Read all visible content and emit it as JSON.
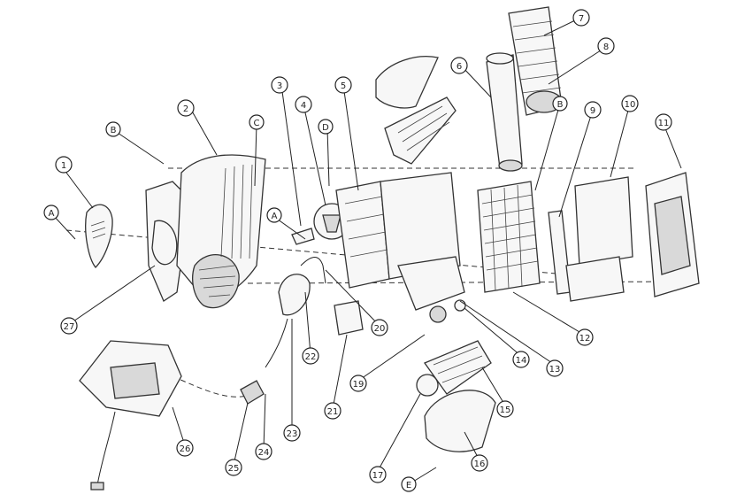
{
  "callouts": [
    {
      "id": "c1",
      "label": "1"
    },
    {
      "id": "c2",
      "label": "2"
    },
    {
      "id": "c3",
      "label": "3"
    },
    {
      "id": "c4",
      "label": "4"
    },
    {
      "id": "c5",
      "label": "5"
    },
    {
      "id": "c6",
      "label": "6"
    },
    {
      "id": "c7",
      "label": "7"
    },
    {
      "id": "c8",
      "label": "8"
    },
    {
      "id": "c9",
      "label": "9"
    },
    {
      "id": "c10",
      "label": "10"
    },
    {
      "id": "c11",
      "label": "11"
    },
    {
      "id": "c12",
      "label": "12"
    },
    {
      "id": "c13",
      "label": "13"
    },
    {
      "id": "c14",
      "label": "14"
    },
    {
      "id": "c15",
      "label": "15"
    },
    {
      "id": "c16",
      "label": "16"
    },
    {
      "id": "c17",
      "label": "17"
    },
    {
      "id": "c19",
      "label": "19"
    },
    {
      "id": "c20",
      "label": "20"
    },
    {
      "id": "c21",
      "label": "21"
    },
    {
      "id": "c22",
      "label": "22"
    },
    {
      "id": "c23",
      "label": "23"
    },
    {
      "id": "c24",
      "label": "24"
    },
    {
      "id": "c25",
      "label": "25"
    },
    {
      "id": "c26",
      "label": "26"
    },
    {
      "id": "c27",
      "label": "27"
    }
  ],
  "fastener_refs": [
    {
      "id": "A1",
      "label": "A"
    },
    {
      "id": "A2",
      "label": "A"
    },
    {
      "id": "B1",
      "label": "B"
    },
    {
      "id": "B2",
      "label": "B"
    },
    {
      "id": "C1",
      "label": "C"
    },
    {
      "id": "D1",
      "label": "D"
    },
    {
      "id": "E1",
      "label": "E"
    }
  ]
}
